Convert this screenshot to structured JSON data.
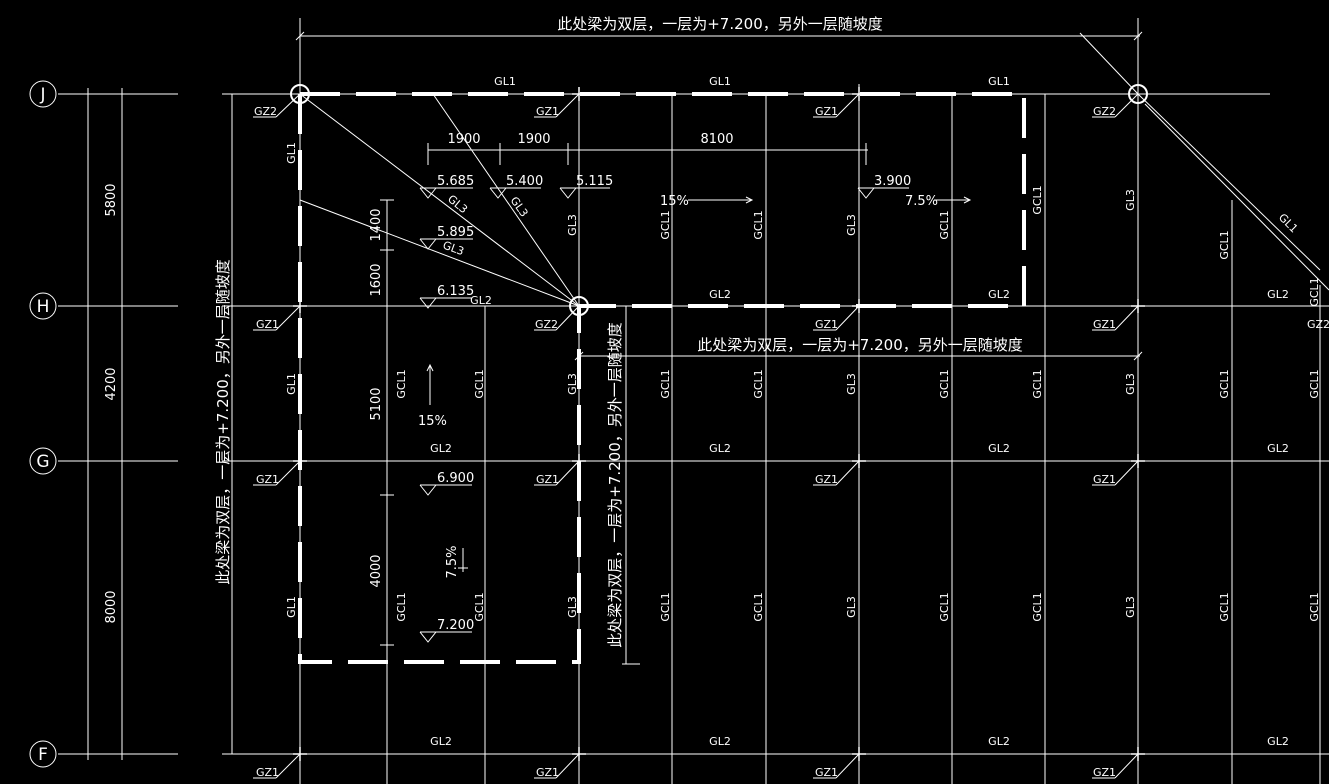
{
  "axes": [
    {
      "id": "axis-j",
      "label": "J"
    },
    {
      "id": "axis-h",
      "label": "H"
    },
    {
      "id": "axis-g",
      "label": "G"
    },
    {
      "id": "axis-f",
      "label": "F"
    }
  ],
  "left_dims": [
    "5800",
    "4200",
    "8000"
  ],
  "top_note": "此处梁为双层，一层为+7.200，另外一层随坡度",
  "mid_note": "此处梁为双层，一层为+7.200，另外一层随坡度",
  "left_vert_note": "此处梁为双层，一层为+7.200，另外一层随坡度",
  "mid_vert_note": "此处梁为双层，一层为+7.200，另外一层随坡度",
  "top_dims": [
    "1900",
    "1900",
    "8100"
  ],
  "side_dims": [
    "1400",
    "1600",
    "5100",
    "4000"
  ],
  "elevations": [
    "5.685",
    "5.400",
    "5.115",
    "3.900",
    "5.895",
    "6.135",
    "6.900",
    "7.200"
  ],
  "slopes": [
    "15%",
    "7.5%",
    "15%",
    "7.5%"
  ],
  "beam_labels": {
    "gl1": "GL1",
    "gl2": "GL2",
    "gl3": "GL3",
    "gcl1": "GCL1",
    "gz1": "GZ1",
    "gz2": "GZ2"
  },
  "colors": {
    "background": "#000000",
    "lines": "#ffffff"
  }
}
